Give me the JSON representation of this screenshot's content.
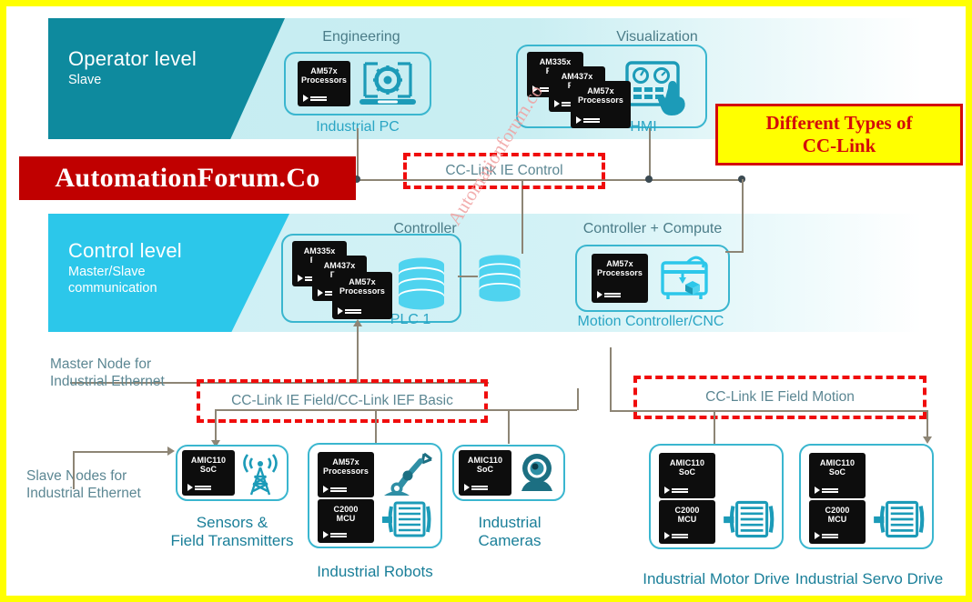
{
  "page": {
    "frame_color": "#ffff00",
    "background": "#ffffff"
  },
  "watermarks": {
    "banner_text": "AutomationForum.Co",
    "banner_bg": "#c00000",
    "diagonal_text": "Automationforum.co",
    "badge_line1": "Different Types of",
    "badge_line2": "CC-Link",
    "badge_bg": "#ffff00",
    "badge_color": "#d40a0a"
  },
  "levels": {
    "operator": {
      "title": "Operator level",
      "subtitle": "Slave",
      "band_color": "#0e8a9e",
      "tint_color": "#c9eef2"
    },
    "control": {
      "title": "Control level",
      "subtitle_line1": "Master/Slave",
      "subtitle_line2": "communication",
      "band_color": "#2cc7ea",
      "tint_color": "#d3f2f6"
    }
  },
  "operator_nodes": [
    {
      "group_label": "Engineering",
      "caption": "Industrial PC",
      "chips": [
        {
          "line1": "AM57x",
          "line2": "Processors",
          "brand": "Texas Instruments"
        }
      ],
      "icon": "laptop-gear-icon"
    },
    {
      "group_label": "Visualization",
      "caption": "HMI",
      "chips": [
        {
          "line1": "AM335x",
          "line2": "Proc",
          "brand": "Texas Instruments"
        },
        {
          "line1": "AM437x",
          "line2": "Proc",
          "brand": "Texas Instruments"
        },
        {
          "line1": "AM57x",
          "line2": "Processors",
          "brand": "Texas Instruments"
        }
      ],
      "icon": "hmi-touch-panel-icon"
    }
  ],
  "control_nodes": [
    {
      "group_label": "Controller",
      "caption": "PLC 1",
      "chips": [
        {
          "line1": "AM335x",
          "line2": "Proc",
          "brand": "Texas Instruments"
        },
        {
          "line1": "AM437x",
          "line2": "Proc",
          "brand": "Texas Instruments"
        },
        {
          "line1": "AM57x",
          "line2": "Processors",
          "brand": "Texas Instruments"
        }
      ],
      "icon": "database-stack-icon"
    },
    {
      "group_label": "Controller + Compute",
      "caption": "Motion Controller/CNC",
      "chips": [
        {
          "line1": "AM57x",
          "line2": "Processors",
          "brand": "Texas Instruments"
        }
      ],
      "icon": "cnc-machine-icon"
    }
  ],
  "networks": [
    {
      "id": "cc-link-ie-control",
      "label": "CC-Link IE Control"
    },
    {
      "id": "cc-link-ie-field",
      "label": "CC-Link IE Field/CC-Link IEF Basic"
    },
    {
      "id": "cc-link-ie-field-motion",
      "label": "CC-Link IE Field Motion"
    }
  ],
  "annotations": {
    "master_node_line1": "Master Node for",
    "master_node_line2": "Industrial Ethernet",
    "slave_node_line1": "Slave Nodes for",
    "slave_node_line2": "Industrial Ethernet"
  },
  "field_devices": [
    {
      "caption_line1": "Sensors &",
      "caption_line2": "Field Transmitters",
      "chips": [
        {
          "line1": "AMIC110",
          "line2": "SoC",
          "brand": "Texas Instruments"
        }
      ],
      "icon": "antenna-tower-icon"
    },
    {
      "caption_line1": "Industrial Robots",
      "caption_line2": "",
      "chips": [
        {
          "line1": "AM57x",
          "line2": "Processors",
          "brand": "Texas Instruments"
        },
        {
          "line1": "C2000",
          "line2": "MCU",
          "brand": "Texas Instruments"
        }
      ],
      "icon": "robot-arm-icon"
    },
    {
      "caption_line1": "Industrial",
      "caption_line2": "Cameras",
      "chips": [
        {
          "line1": "AMIC110",
          "line2": "SoC",
          "brand": "Texas Instruments"
        }
      ],
      "icon": "camera-icon"
    },
    {
      "caption_line1": "Industrial Motor Drive",
      "caption_line2": "",
      "chips": [
        {
          "line1": "AMIC110",
          "line2": "SoC",
          "brand": "Texas Instruments"
        },
        {
          "line1": "C2000",
          "line2": "MCU",
          "brand": "Texas Instruments"
        }
      ],
      "icon": "motor-icon"
    },
    {
      "caption_line1": "Industrial Servo Drive",
      "caption_line2": "",
      "chips": [
        {
          "line1": "AMIC110",
          "line2": "SoC",
          "brand": "Texas Instruments"
        },
        {
          "line1": "C2000",
          "line2": "MCU",
          "brand": "Texas Instruments"
        }
      ],
      "icon": "servo-motor-icon"
    }
  ],
  "colors": {
    "teal_dark": "#0e8a9e",
    "cyan": "#2cc7ea",
    "card_border": "#3ab6cf",
    "caption": "#2aa5c4",
    "line": "#8d8575",
    "red": "#f00c0c"
  }
}
